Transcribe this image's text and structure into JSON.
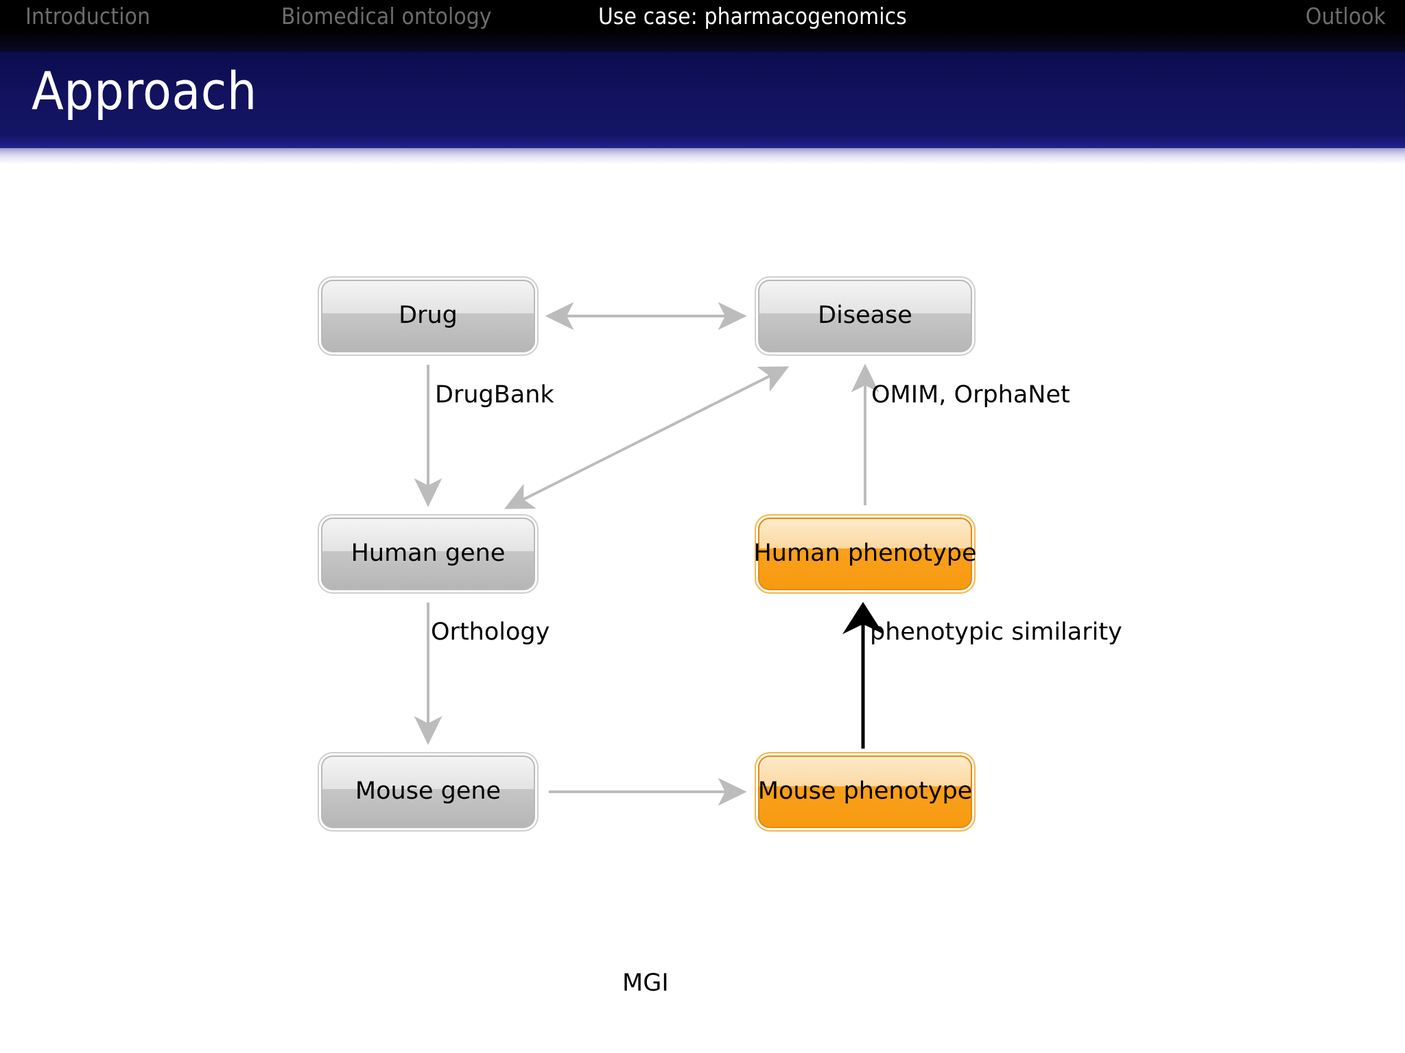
{
  "header": {
    "nav_items": [
      {
        "label": "Introduction",
        "active": false
      },
      {
        "label": "Biomedical ontology",
        "active": false
      },
      {
        "label": "Use case: pharmacogenomics",
        "active": true
      },
      {
        "label": "Outlook",
        "active": false
      }
    ],
    "title": "Approach",
    "colors": {
      "nav_background": "#000000",
      "nav_inactive_text": "#6d6d6d",
      "nav_active_text": "#ffffff",
      "title_bar_background": "#12125e",
      "title_text": "#ffffff"
    }
  },
  "diagram": {
    "type": "flow-graph",
    "nodes": [
      {
        "id": "drug",
        "label": "Drug",
        "style": "grey",
        "column": "left",
        "row": 1
      },
      {
        "id": "disease",
        "label": "Disease",
        "style": "grey",
        "column": "right",
        "row": 1
      },
      {
        "id": "human_gene",
        "label": "Human gene",
        "style": "grey",
        "column": "left",
        "row": 2
      },
      {
        "id": "human_phenotype",
        "label": "Human phenotype",
        "style": "orange",
        "column": "right",
        "row": 2
      },
      {
        "id": "mouse_gene",
        "label": "Mouse gene",
        "style": "grey",
        "column": "left",
        "row": 3
      },
      {
        "id": "mouse_phenotype",
        "label": "Mouse phenotype",
        "style": "orange",
        "column": "right",
        "row": 3
      }
    ],
    "edges": [
      {
        "from": "drug",
        "to": "disease",
        "label": "",
        "direction": "both",
        "color": "grey"
      },
      {
        "from": "drug",
        "to": "human_gene",
        "label": "DrugBank",
        "direction": "forward",
        "color": "grey"
      },
      {
        "from": "human_gene",
        "to": "disease",
        "label": "",
        "direction": "both",
        "color": "grey"
      },
      {
        "from": "human_gene",
        "to": "mouse_gene",
        "label": "Orthology",
        "direction": "forward",
        "color": "grey"
      },
      {
        "from": "mouse_gene",
        "to": "mouse_phenotype",
        "label": "MGI",
        "direction": "forward",
        "color": "grey"
      },
      {
        "from": "human_phenotype",
        "to": "disease",
        "label": "OMIM, OrphaNet",
        "direction": "forward",
        "color": "grey"
      },
      {
        "from": "mouse_phenotype",
        "to": "human_phenotype",
        "label": "phenotypic similarity",
        "direction": "forward",
        "color": "black"
      }
    ],
    "labels": {
      "drugbank": "DrugBank",
      "orthology": "Orthology",
      "mgi": "MGI",
      "omim_orphanet": "OMIM, OrphaNet",
      "phenotypic_similarity": "phenotypic similarity"
    },
    "colors": {
      "grey_node_top": "#f4f4f4",
      "grey_node_bottom": "#b6b6b6",
      "grey_node_border": "#b9b9b9",
      "orange_node_top": "#fdeacb",
      "orange_node_bottom": "#f79a10",
      "orange_node_border": "#e5890d",
      "grey_arrow": "#b8b8b8",
      "black_arrow": "#000000",
      "label_text": "#000000",
      "slide_background": "#ffffff"
    }
  }
}
